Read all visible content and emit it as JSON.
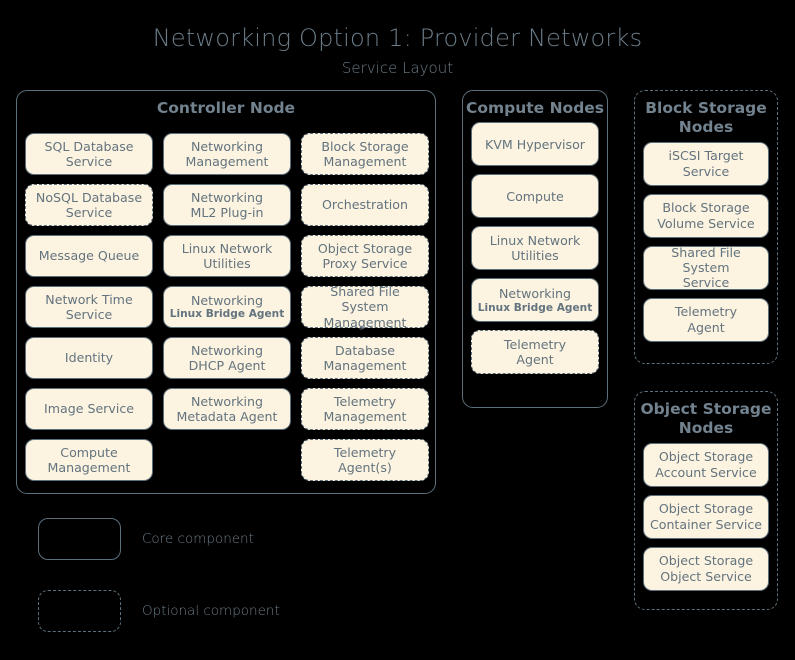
{
  "title": "Networking Option 1: Provider Networks",
  "subtitle": "Service Layout",
  "colors": {
    "background": "#000000",
    "box_fill": "#fcf4e0",
    "border": "#5c6f7c",
    "text": "#63737f",
    "title_text": "#6c7d89"
  },
  "groups": {
    "controller": {
      "title": "Controller Node",
      "optional": false,
      "columns": [
        {
          "name": "column-1",
          "items": [
            {
              "line1": "SQL Database",
              "line2": "Service",
              "optional": false
            },
            {
              "line1": "NoSQL Database",
              "line2": "Service",
              "optional": true
            },
            {
              "line1": "Message Queue",
              "line2": "",
              "optional": false
            },
            {
              "line1": "Network Time",
              "line2": "Service",
              "optional": false
            },
            {
              "line1": "Identity",
              "line2": "",
              "optional": false
            },
            {
              "line1": "Image Service",
              "line2": "",
              "optional": false
            },
            {
              "line1": "Compute",
              "line2": "Management",
              "optional": false
            }
          ]
        },
        {
          "name": "column-2",
          "items": [
            {
              "line1": "Networking",
              "line2": "Management",
              "optional": false
            },
            {
              "line1": "Networking",
              "line2": "ML2 Plug-in",
              "optional": false
            },
            {
              "line1": "Linux Network",
              "line2": "Utilities",
              "optional": false
            },
            {
              "line1": "Networking",
              "line2": "Linux Bridge Agent",
              "optional": false,
              "small_sub": true
            },
            {
              "line1": "Networking",
              "line2": "DHCP Agent",
              "optional": false
            },
            {
              "line1": "Networking",
              "line2": "Metadata Agent",
              "optional": false
            },
            {
              "line1": "",
              "line2": "",
              "spacer": true
            }
          ]
        },
        {
          "name": "column-3",
          "items": [
            {
              "line1": "Block Storage",
              "line2": "Management",
              "optional": true
            },
            {
              "line1": "Orchestration",
              "line2": "",
              "optional": true
            },
            {
              "line1": "Object Storage",
              "line2": "Proxy Service",
              "optional": true
            },
            {
              "line1": "Shared File System",
              "line2": "Management",
              "optional": true
            },
            {
              "line1": "Database",
              "line2": "Management",
              "optional": true
            },
            {
              "line1": "Telemetry",
              "line2": "Management",
              "optional": true
            },
            {
              "line1": "Telemetry",
              "line2": "Agent(s)",
              "optional": true
            }
          ]
        }
      ]
    },
    "compute": {
      "title": "Compute Nodes",
      "optional": false,
      "items": [
        {
          "line1": "KVM Hypervisor",
          "line2": "",
          "optional": false
        },
        {
          "line1": "Compute",
          "line2": "",
          "optional": false
        },
        {
          "line1": "Linux Network",
          "line2": "Utilities",
          "optional": false
        },
        {
          "line1": "Networking",
          "line2": "Linux Bridge Agent",
          "optional": false,
          "small_sub": true
        },
        {
          "line1": "Telemetry",
          "line2": "Agent",
          "optional": true
        }
      ]
    },
    "block_storage": {
      "title": "Block Storage Nodes",
      "optional": true,
      "items": [
        {
          "line1": "iSCSI Target",
          "line2": "Service",
          "optional": false
        },
        {
          "line1": "Block Storage",
          "line2": "Volume Service",
          "optional": false
        },
        {
          "line1": "Shared File System",
          "line2": "Service",
          "optional": false
        },
        {
          "line1": "Telemetry",
          "line2": "Agent",
          "optional": false
        }
      ]
    },
    "object_storage": {
      "title": "Object Storage Nodes",
      "optional": true,
      "items": [
        {
          "line1": "Object Storage",
          "line2": "Account Service",
          "optional": false
        },
        {
          "line1": "Object Storage",
          "line2": "Container Service",
          "optional": false
        },
        {
          "line1": "Object Storage",
          "line2": "Object Service",
          "optional": false
        }
      ]
    }
  },
  "legend": {
    "items": [
      {
        "label": "Core component",
        "optional": false
      },
      {
        "label": "Optional component",
        "optional": true
      }
    ]
  }
}
